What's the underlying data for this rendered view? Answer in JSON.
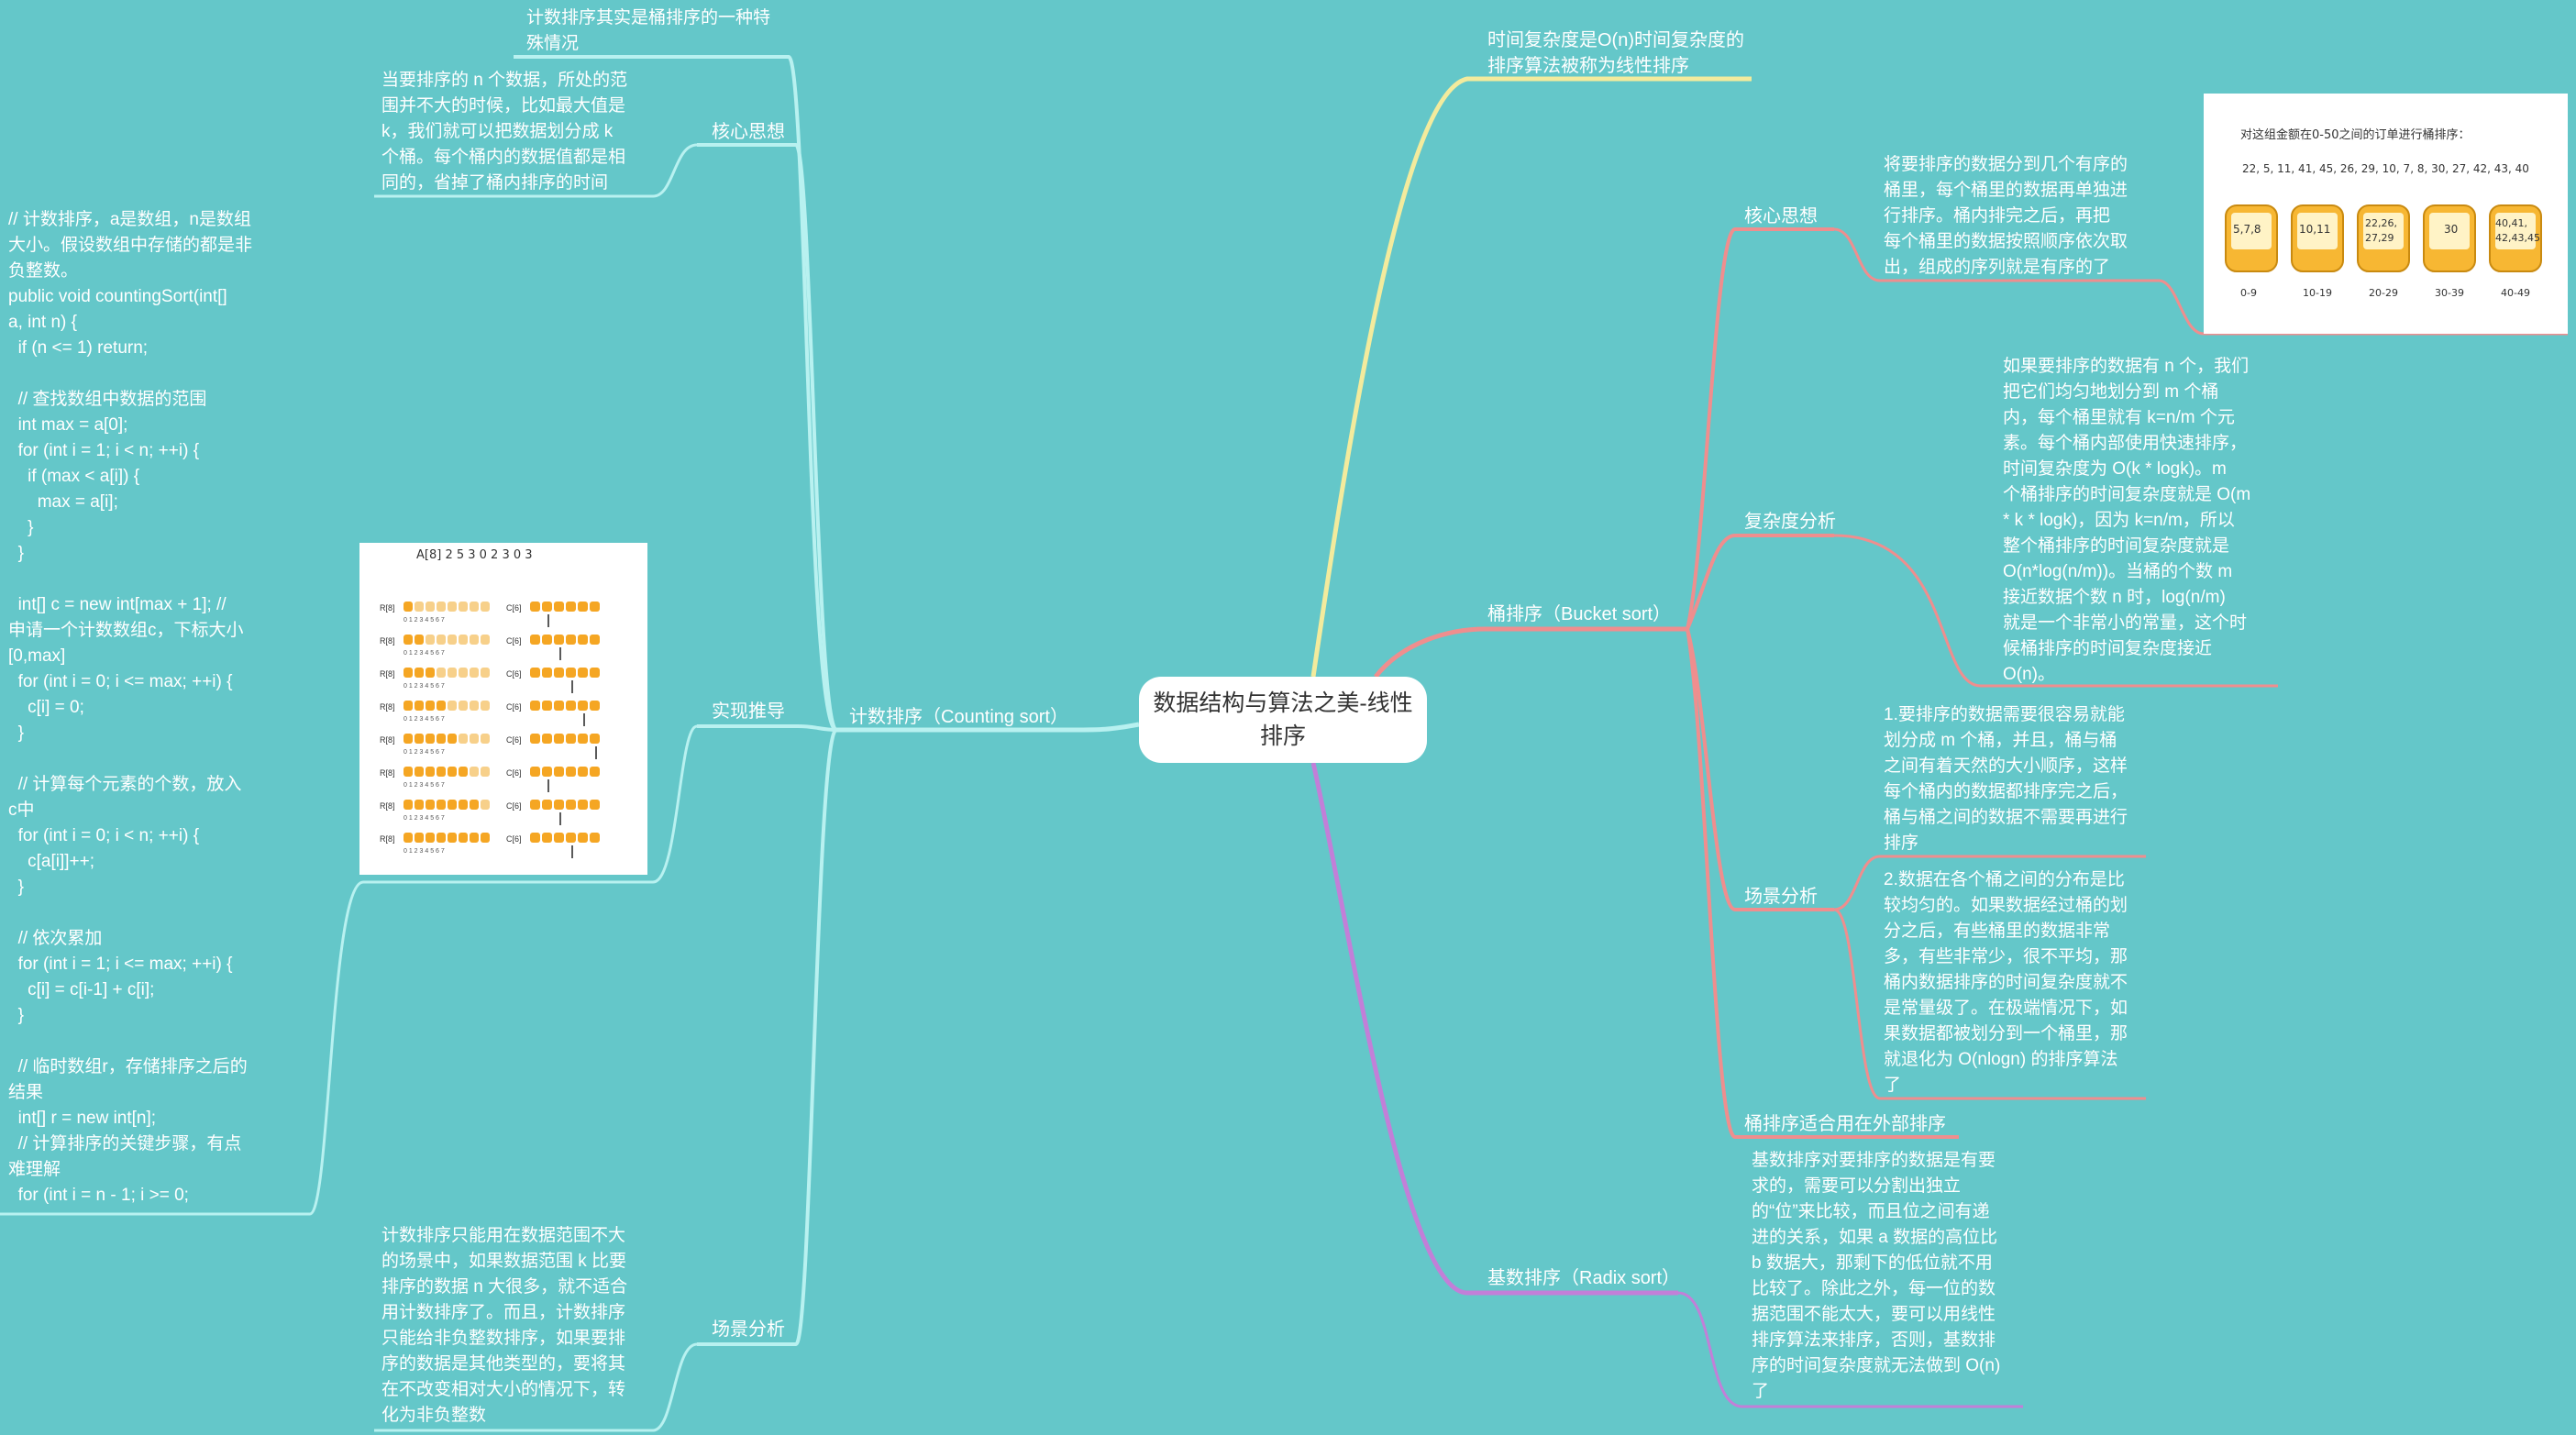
{
  "root": {
    "title": "数据结构与算法之美-线性排序"
  },
  "colors": {
    "background": "#64c7c9",
    "yellow_branch": "#f3eb9d",
    "red_branch": "#ef8e8e",
    "purple_branch": "#c27fd8",
    "cyan_branch": "#b8f1f0"
  },
  "linear_intro": "时间复杂度是O(n)时间复杂度的\n排序算法被称为线性排序",
  "bucket": {
    "title": "桶排序（Bucket sort）",
    "core": {
      "label": "核心思想",
      "text": "将要排序的数据分到几个有序的\n桶里，每个桶里的数据再单独进\n行排序。桶内排完之后，再把\n每个桶里的数据按照顺序依次取\n出，组成的序列就是有序的了"
    },
    "complexity": {
      "label": "复杂度分析",
      "text": "如果要排序的数据有 n 个，我们\n把它们均匀地划分到 m 个桶\n内，每个桶里就有 k=n/m 个元\n素。每个桶内部使用快速排序，\n时间复杂度为 O(k * logk)。m\n个桶排序的时间复杂度就是 O(m\n* k * logk)，因为 k=n/m，所以\n整个桶排序的时间复杂度就是\nO(n*log(n/m))。当桶的个数 m\n接近数据个数 n 时，log(n/m)\n就是一个非常小的常量，这个时\n候桶排序的时间复杂度接近\nO(n)。"
    },
    "scenario": {
      "label": "场景分析",
      "text1": "1.要排序的数据需要很容易就能\n划分成 m 个桶，并且，桶与桶\n之间有着天然的大小顺序，这样\n每个桶内的数据都排序完之后，\n桶与桶之间的数据不需要再进行\n排序",
      "text2": "2.数据在各个桶之间的分布是比\n较均匀的。如果数据经过桶的划\n分之后，有些桶里的数据非常\n多，有些非常少，很不平均，那\n桶内数据排序的时间复杂度就不\n是常量级了。在极端情况下，如\n果数据都被划分到一个桶里，那\n就退化为 O(nlogn) 的排序算法\n了"
    },
    "external": "桶排序适合用在外部排序",
    "image": {
      "heading": "对这组金额在0-50之间的订单进行桶排序：",
      "numbers": "22, 5, 11, 41, 45, 26, 29, 10, 7, 8, 30, 27, 42, 43, 40",
      "buckets": [
        {
          "content": "5,7,8",
          "range": "0-9"
        },
        {
          "content": "10,11",
          "range": "10-19"
        },
        {
          "content": "22,26,\n27,29",
          "range": "20-29"
        },
        {
          "content": "30",
          "range": "30-39"
        },
        {
          "content": "40,41,\n42,43,45",
          "range": "40-49"
        }
      ]
    }
  },
  "radix": {
    "title": "基数排序（Radix sort）",
    "text": "基数排序对要排序的数据是有要\n求的，需要可以分割出独立\n的“位”来比较，而且位之间有递\n进的关系，如果 a 数据的高位比\nb 数据大，那剩下的低位就不用\n比较了。除此之外，每一位的数\n据范围不能太大，要可以用线性\n排序算法来排序，否则，基数排\n序的时间复杂度就无法做到 O(n)\n了"
  },
  "counting": {
    "title": "计数排序（Counting sort）",
    "special": "计数排序其实是桶排序的一种特\n殊情况",
    "core": {
      "label": "核心思想",
      "text": "当要排序的 n 个数据，所处的范\n围并不大的时候，比如最大值是\nk，我们就可以把数据划分成 k\n个桶。每个桶内的数据值都是相\n同的，省掉了桶内排序的时间"
    },
    "impl": {
      "label": "实现推导",
      "code": "// 计数排序，a是数组，n是数组\n大小。假设数组中存储的都是非\n负整数。\npublic void countingSort(int[]\na, int n) {\n  if (n <= 1) return;\n\n  // 查找数组中数据的范围\n  int max = a[0];\n  for (int i = 1; i < n; ++i) {\n    if (max < a[i]) {\n      max = a[i];\n    }\n  }\n\n  int[] c = new int[max + 1]; //\n申请一个计数数组c，下标大小\n[0,max]\n  for (int i = 0; i <= max; ++i) {\n    c[i] = 0;\n  }\n\n  // 计算每个元素的个数，放入\nc中\n  for (int i = 0; i < n; ++i) {\n    c[a[i]]++;\n  }\n\n  // 依次累加\n  for (int i = 1; i <= max; ++i) {\n    c[i] = c[i-1] + c[i];\n  }\n\n  // 临时数组r，存储排序之后的\n结果\n  int[] r = new int[n];\n  // 计算排序的关键步骤，有点\n难理解\n  for (int i = n - 1; i >= 0;",
      "image": {
        "header": "A[8]   2   5   3   0   2   3   0   3",
        "index_row": "0 1 2 3 4 5 6 7",
        "r_label": "R[8]",
        "c_label": "C[6]"
      }
    },
    "scenario": {
      "label": "场景分析",
      "text": "计数排序只能用在数据范围不大\n的场景中，如果数据范围 k 比要\n排序的数据 n 大很多，就不适合\n用计数排序了。而且，计数排序\n只能给非负整数排序，如果要排\n序的数据是其他类型的，要将其\n在不改变相对大小的情况下，转\n化为非负整数"
    }
  }
}
